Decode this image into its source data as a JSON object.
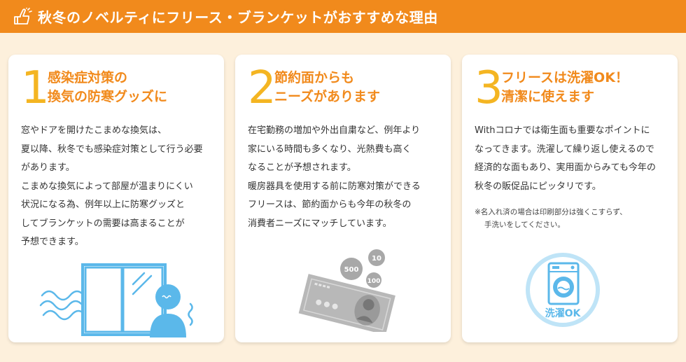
{
  "header": {
    "title": "秋冬のノベルティにフリース・ブランケットがおすすめな理由",
    "icon": "pointing-hand-icon"
  },
  "colors": {
    "header_bg": "#f18a1c",
    "page_bg": "#fdf0dc",
    "number": "#f4b522",
    "heading": "#f18a1c",
    "illustration_blue": "#5bb8ea"
  },
  "cards": [
    {
      "number": "1",
      "heading_lines": [
        "感染症対策の",
        "換気の防寒グッズに"
      ],
      "body_lines": [
        "窓やドアを開けたこまめな換気は、",
        "夏以降、秋冬でも感染症対策として行う必要",
        "があります。",
        "こまめな換気によって部屋が温まりにくい",
        "状況になる為、例年以上に防寒グッズと",
        "してブランケットの需要は高まることが",
        "予想できます。"
      ],
      "illustration": "open-window-person-cold-icon"
    },
    {
      "number": "2",
      "heading_lines": [
        "節約面からも",
        "ニーズがあります"
      ],
      "body_lines": [
        "在宅勤務の増加や外出自粛など、例年より",
        "家にいる時間も多くなり、光熱費も高く",
        "なることが予想されます。",
        "暖房器具を使用する前に防寒対策ができる",
        "フリースは、節約面からも今年の秋冬の",
        "消費者ニーズにマッチしています。"
      ],
      "illustration": "money-bill-coins-icon",
      "coins": [
        "500",
        "10",
        "100"
      ]
    },
    {
      "number": "3",
      "heading_lines": [
        "フリースは洗濯OK！",
        "清潔に使えます"
      ],
      "body_lines": [
        "Withコロナでは衛生面も重要なポイントに",
        "なってきます。洗濯して繰り返し使えるので",
        "経済的な面もあり、実用面からみても今年の",
        "秋冬の販促品にピッタリです。"
      ],
      "note_lines": [
        "※名入れ済の場合は印刷部分は強くこすらず、",
        "手洗いをしてください。"
      ],
      "illustration": "washing-machine-icon",
      "badge_label": "洗濯OK"
    }
  ]
}
